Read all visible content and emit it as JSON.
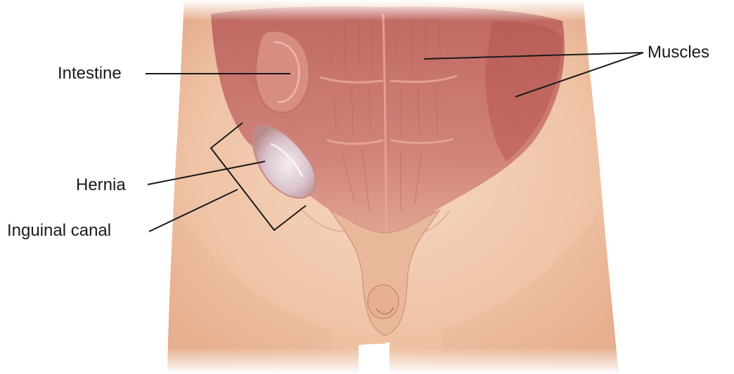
{
  "labels": {
    "intestine": "Intestine",
    "muscles": "Muscles",
    "hernia": "Hernia",
    "inguinal_canal": "Inguinal canal"
  },
  "colors": {
    "skin": "#f1c9ae",
    "skin_shadow": "#dfa98a",
    "muscle": "#c9706a",
    "muscle_dark": "#a9524d",
    "hernia_sac": "#e8d8e0",
    "leader_line": "#1a1a1a"
  }
}
